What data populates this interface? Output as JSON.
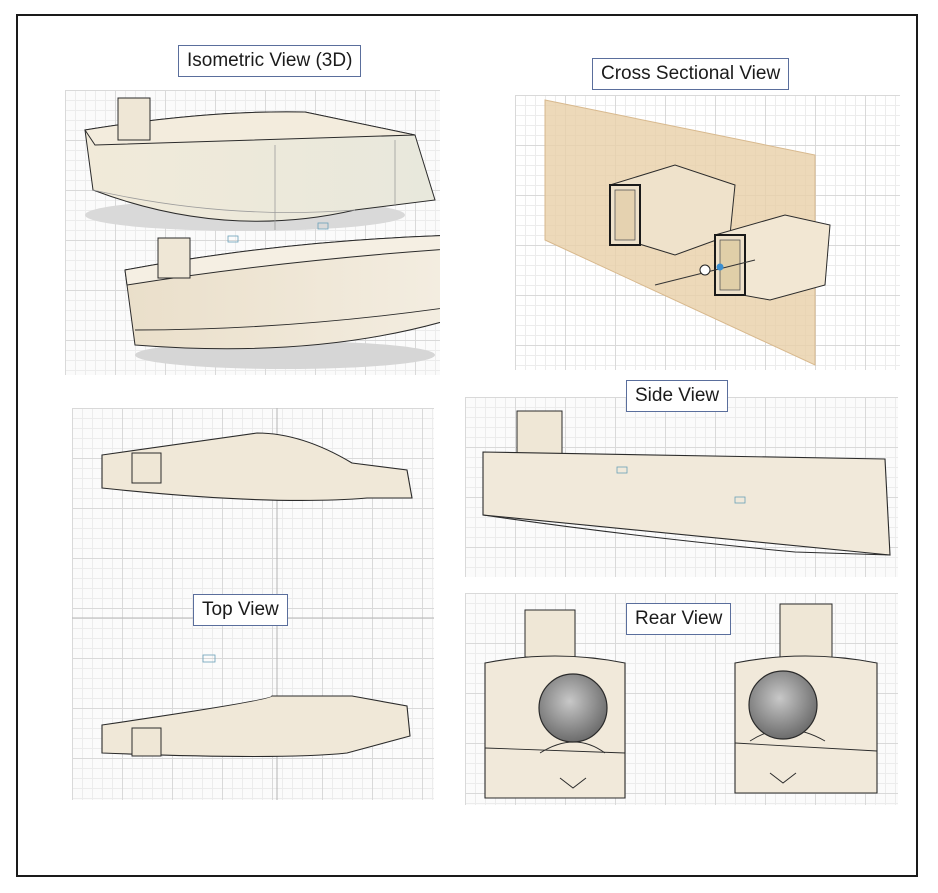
{
  "labels": {
    "isometric": "Isometric View (3D)",
    "cross_section": "Cross Sectional View",
    "side": "Side View",
    "top": "Top View",
    "rear": "Rear View"
  },
  "colors": {
    "body_fill": "#f0e8d8",
    "section_plane": "#e9cfa8",
    "edge": "#2b2b2b",
    "ball": "#8a8a8a"
  }
}
